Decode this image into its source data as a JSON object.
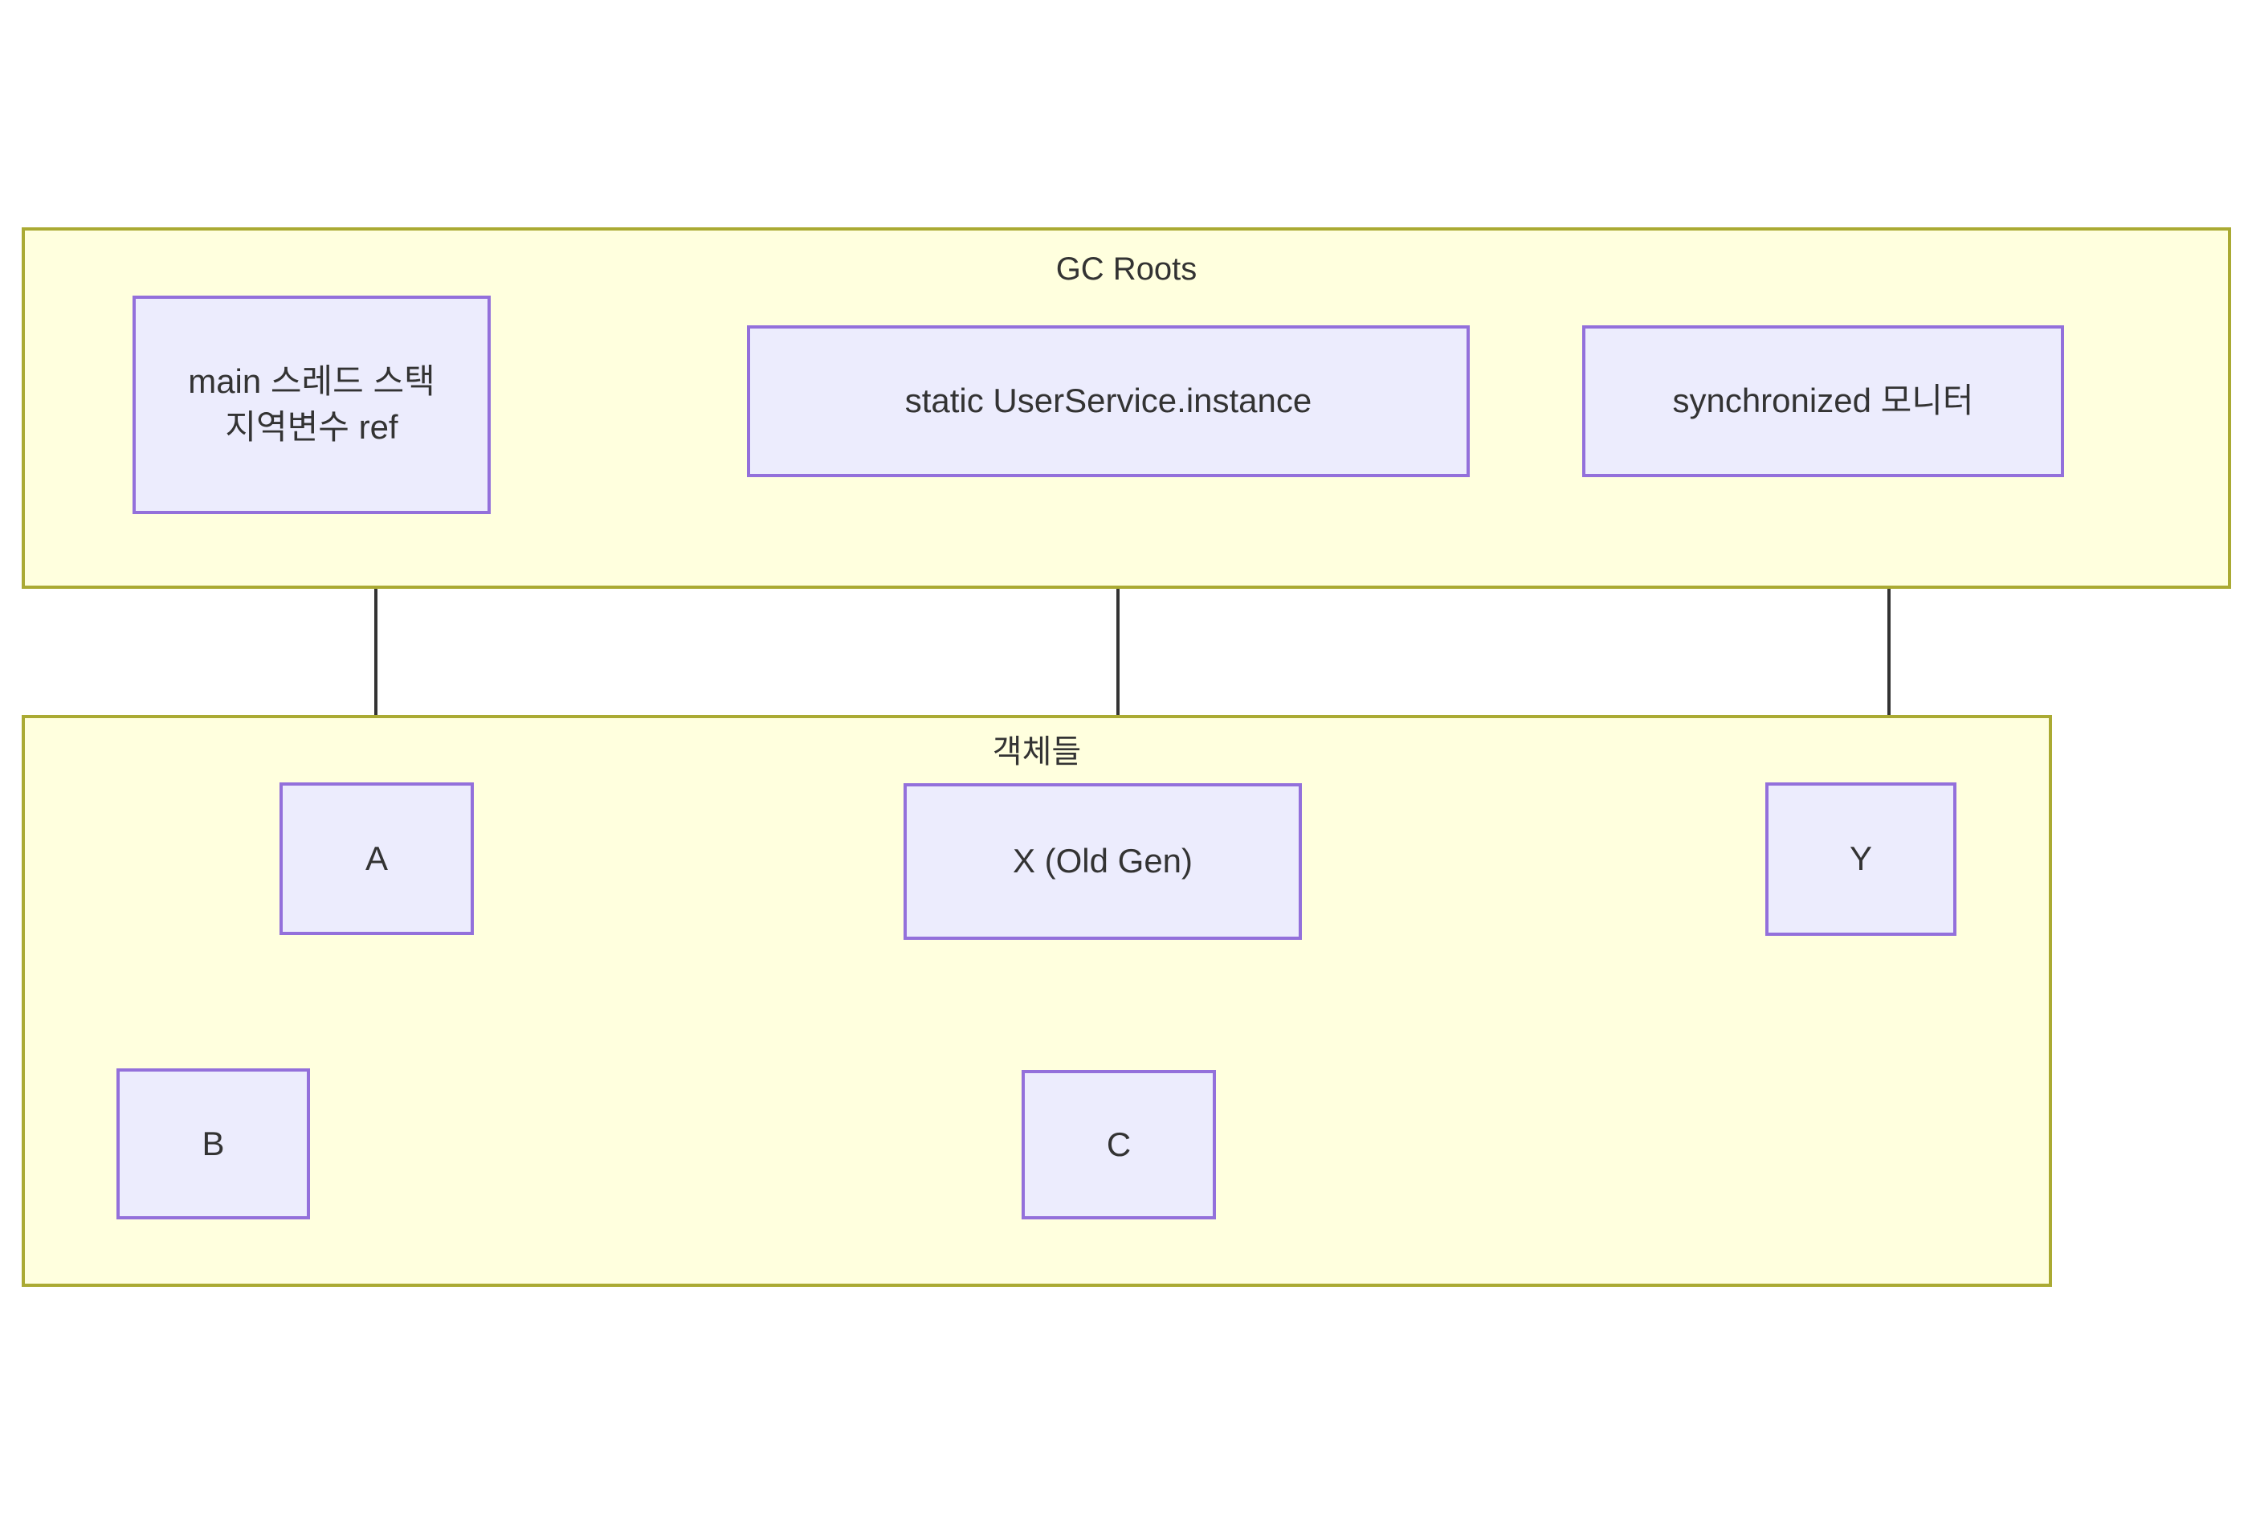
{
  "diagram": {
    "title": "GC Roots reachability diagram",
    "background": "#ffffff",
    "colors": {
      "cluster_fill": "#ffffde",
      "cluster_stroke": "#aaaa33",
      "node_fill": "#ececfd",
      "node_stroke": "#9370db",
      "edge_stroke": "#333333",
      "text": "#333333"
    },
    "clusters": [
      {
        "id": "gc-roots",
        "label": "GC Roots"
      },
      {
        "id": "objects",
        "label": "객체들"
      }
    ],
    "nodes": [
      {
        "id": "main-stack",
        "label": "main 스레드 스택\n지역변수 ref"
      },
      {
        "id": "static-field",
        "label": "static UserService.instance"
      },
      {
        "id": "sync-monitor",
        "label": "synchronized 모니터"
      },
      {
        "id": "obj-a",
        "label": "A"
      },
      {
        "id": "obj-x",
        "label": "X (Old Gen)"
      },
      {
        "id": "obj-y",
        "label": "Y"
      },
      {
        "id": "obj-b",
        "label": "B"
      },
      {
        "id": "obj-c",
        "label": "C"
      }
    ],
    "edges": [
      {
        "from": "main-stack",
        "to": "obj-a"
      },
      {
        "from": "static-field",
        "to": "obj-x"
      },
      {
        "from": "sync-monitor",
        "to": "obj-y"
      },
      {
        "from": "obj-a",
        "to": "obj-b"
      },
      {
        "from": "obj-a",
        "to": "obj-c"
      }
    ]
  }
}
